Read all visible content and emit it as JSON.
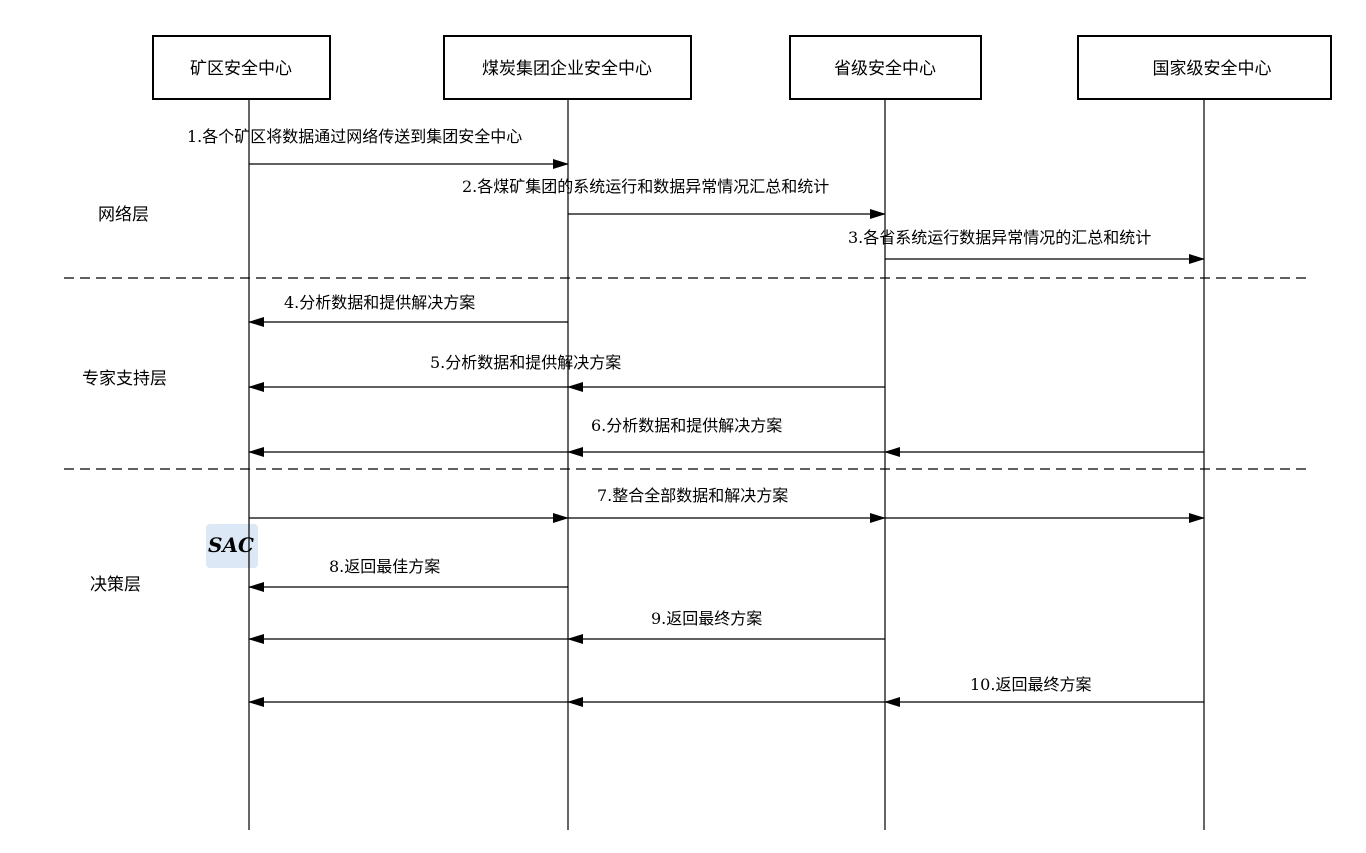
{
  "participants": [
    {
      "id": "mine",
      "label": "矿区安全中心"
    },
    {
      "id": "group",
      "label": "煤炭集团企业安全中心"
    },
    {
      "id": "province",
      "label": "省级安全中心"
    },
    {
      "id": "national",
      "label": "国家级安全中心"
    }
  ],
  "layers": [
    {
      "id": "network",
      "label": "网络层"
    },
    {
      "id": "expert",
      "label": "专家支持层"
    },
    {
      "id": "decision",
      "label": "决策层"
    }
  ],
  "messages": [
    {
      "id": "m1",
      "label": "1.各个矿区将数据通过网络传送到集团安全中心",
      "from": "mine",
      "to": "group",
      "hops": [
        "mine",
        "group"
      ]
    },
    {
      "id": "m2",
      "label": "2.各煤矿集团的系统运行和数据异常情况汇总和统计",
      "from": "group",
      "to": "province",
      "hops": [
        "group",
        "province"
      ]
    },
    {
      "id": "m3",
      "label": "3.各省系统运行数据异常情况的汇总和统计",
      "from": "province",
      "to": "national",
      "hops": [
        "province",
        "national"
      ]
    },
    {
      "id": "m4",
      "label": "4.分析数据和提供解决方案",
      "from": "group",
      "to": "mine",
      "hops": [
        "group",
        "mine"
      ]
    },
    {
      "id": "m5",
      "label": "5.分析数据和提供解决方案",
      "from": "province",
      "to": "mine",
      "hops": [
        "province",
        "group",
        "mine"
      ]
    },
    {
      "id": "m6",
      "label": "6.分析数据和提供解决方案",
      "from": "national",
      "to": "mine",
      "hops": [
        "national",
        "province",
        "group",
        "mine"
      ]
    },
    {
      "id": "m7",
      "label": "7.整合全部数据和解决方案",
      "from": "mine",
      "to": "national",
      "hops": [
        "mine",
        "group",
        "province",
        "national"
      ]
    },
    {
      "id": "m8",
      "label": "8.返回最佳方案",
      "from": "group",
      "to": "mine",
      "hops": [
        "group",
        "mine"
      ]
    },
    {
      "id": "m9",
      "label": "9.返回最终方案",
      "from": "province",
      "to": "mine",
      "hops": [
        "province",
        "group",
        "mine"
      ]
    },
    {
      "id": "m10",
      "label": "10.返回最终方案",
      "from": "national",
      "to": "mine",
      "hops": [
        "national",
        "province",
        "group",
        "mine"
      ]
    }
  ],
  "watermark": {
    "text": "SAC",
    "color": "#dce8f5"
  },
  "colors": {
    "line": "#000000",
    "background": "#ffffff"
  }
}
